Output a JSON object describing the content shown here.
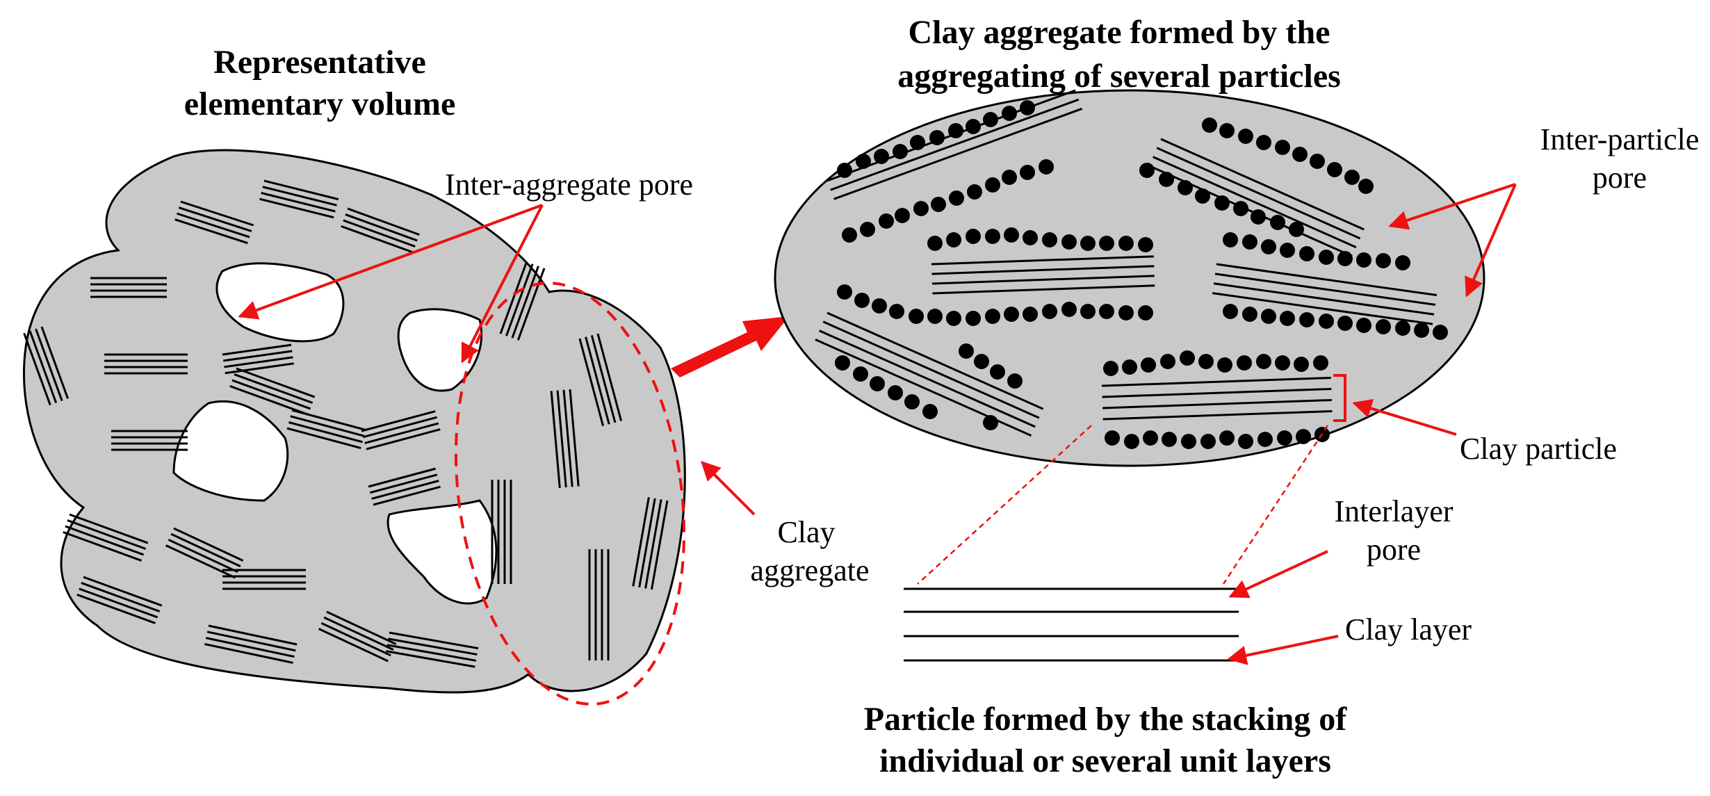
{
  "titles": {
    "rev": [
      "Representative",
      "elementary volume"
    ],
    "aggregate": [
      "Clay aggregate formed by the",
      "aggregating of several particles"
    ],
    "particle": [
      "Particle formed by the stacking of",
      "individual or several unit layers"
    ]
  },
  "labels": {
    "inter_aggregate_pore": "Inter-aggregate pore",
    "clay_aggregate": [
      "Clay",
      "aggregate"
    ],
    "inter_particle_pore": [
      "Inter-particle",
      "pore"
    ],
    "clay_particle": "Clay particle",
    "interlayer_pore": [
      "Interlayer",
      "pore"
    ],
    "clay_layer": "Clay layer"
  },
  "colors": {
    "clay_fill": "#c9c9c9",
    "arrow": "#ee1111",
    "outline": "#000000"
  }
}
